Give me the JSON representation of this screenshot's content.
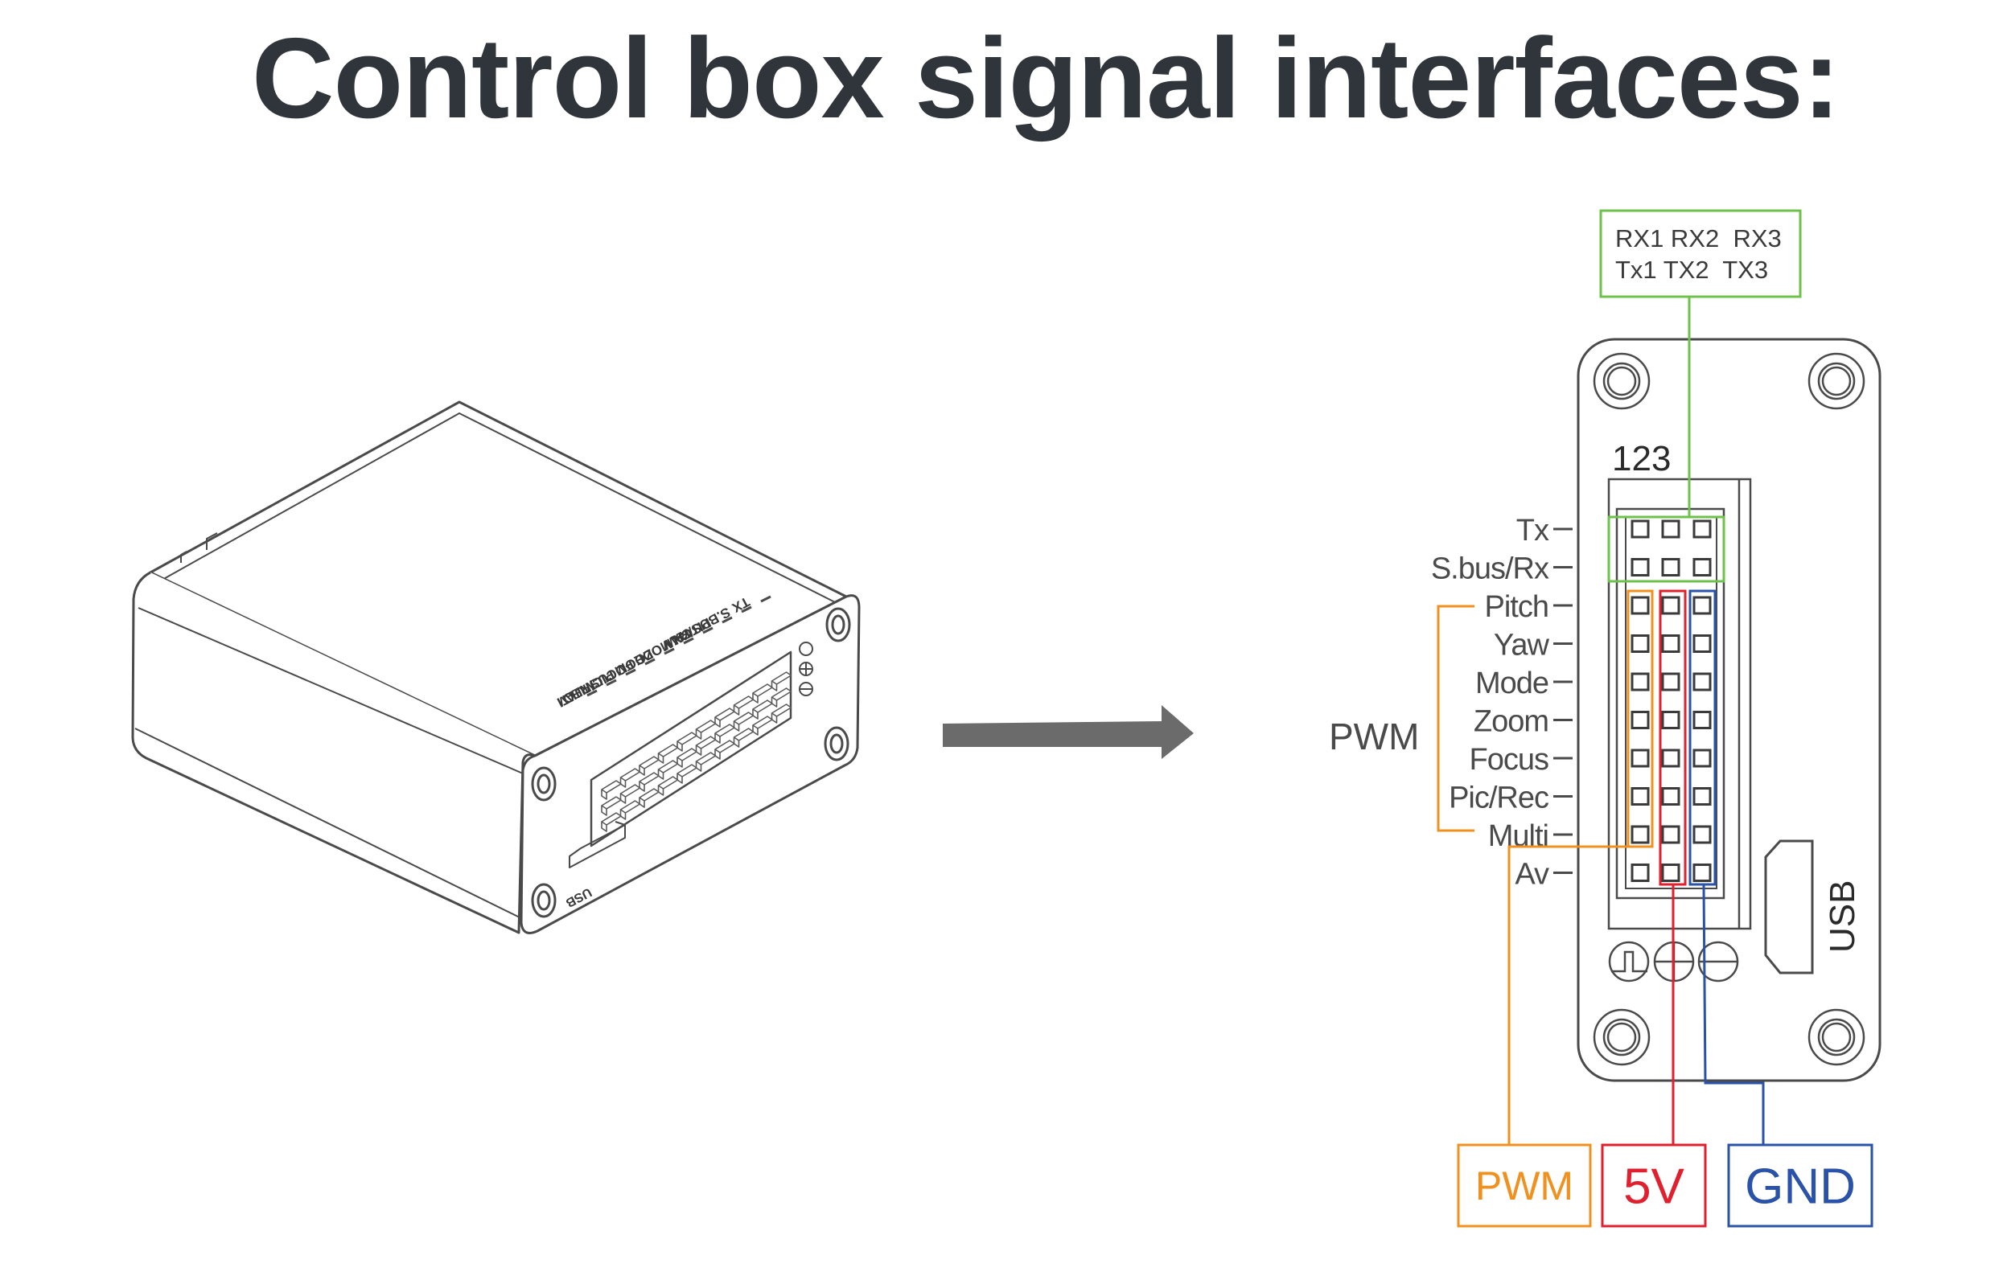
{
  "title": "Control box signal interfaces:",
  "colors": {
    "title": "#30343b",
    "line": "#4a4a4a",
    "arrow": "#6b6b6b",
    "serial": "#6cc24a",
    "pwm": "#f0901e",
    "power": "#e0202e",
    "ground": "#2a52a8"
  },
  "device_3d": {
    "top_labels": [
      "TX",
      "S.BUS/RX",
      "PITCH",
      "YAW",
      "MODE",
      "ZOOM",
      "FOCUS",
      "PIC/REC",
      "MULTI",
      "AV"
    ],
    "usb_label": "USB",
    "power_symbols": [
      "ground-symbol",
      "plus-symbol",
      "minus-symbol"
    ]
  },
  "arrow": {
    "direction": "right"
  },
  "pinout": {
    "column_numbers": "123",
    "serial_box": {
      "line1": "RX1 RX2  RX3",
      "line2": "Tx1 TX2  TX3"
    },
    "rows": [
      {
        "label": "Tx"
      },
      {
        "label": "S.bus/Rx"
      },
      {
        "label": "Pitch"
      },
      {
        "label": "Yaw"
      },
      {
        "label": "Mode"
      },
      {
        "label": "Zoom"
      },
      {
        "label": "Focus"
      },
      {
        "label": "Pic/Rec"
      },
      {
        "label": "Multi"
      },
      {
        "label": "Av"
      }
    ],
    "pwm_group_label": "PWM",
    "usb_label": "USB",
    "bottom_symbols": [
      "pwm-signal-symbol",
      "plus-symbol",
      "minus-symbol"
    ],
    "outputs": [
      {
        "label": "PWM",
        "color_key": "pwm"
      },
      {
        "label": "5V",
        "color_key": "power"
      },
      {
        "label": "GND",
        "color_key": "ground"
      }
    ]
  }
}
